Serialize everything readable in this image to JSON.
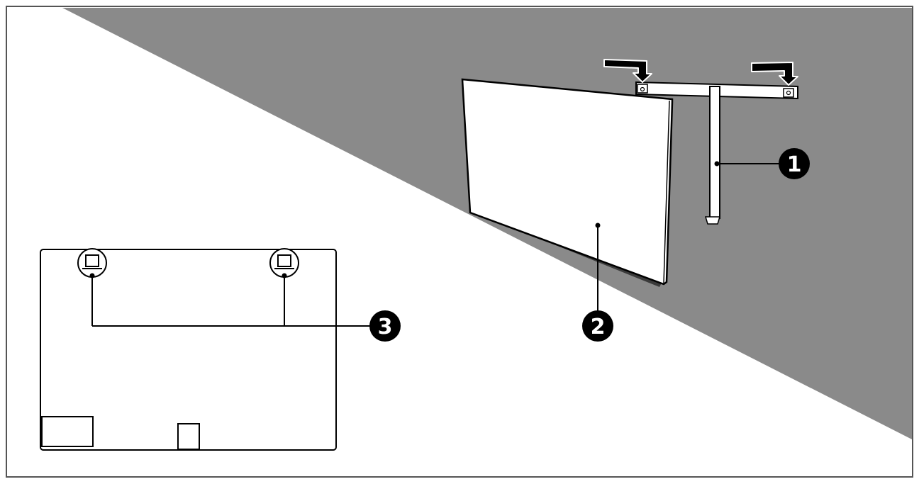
{
  "colors": {
    "wall": "#8a8a8a",
    "line": "#000000",
    "panel": "#ffffff",
    "badge_fill": "#000000",
    "badge_text": "#ffffff"
  },
  "callouts": [
    {
      "number": "1",
      "target": "wall-mount-bracket"
    },
    {
      "number": "2",
      "target": "tv-panel"
    },
    {
      "number": "3",
      "target": "rear-mount-hooks"
    }
  ],
  "icons": {
    "arrow": "arrow-down-icon",
    "hook": "mount-hook-icon"
  }
}
